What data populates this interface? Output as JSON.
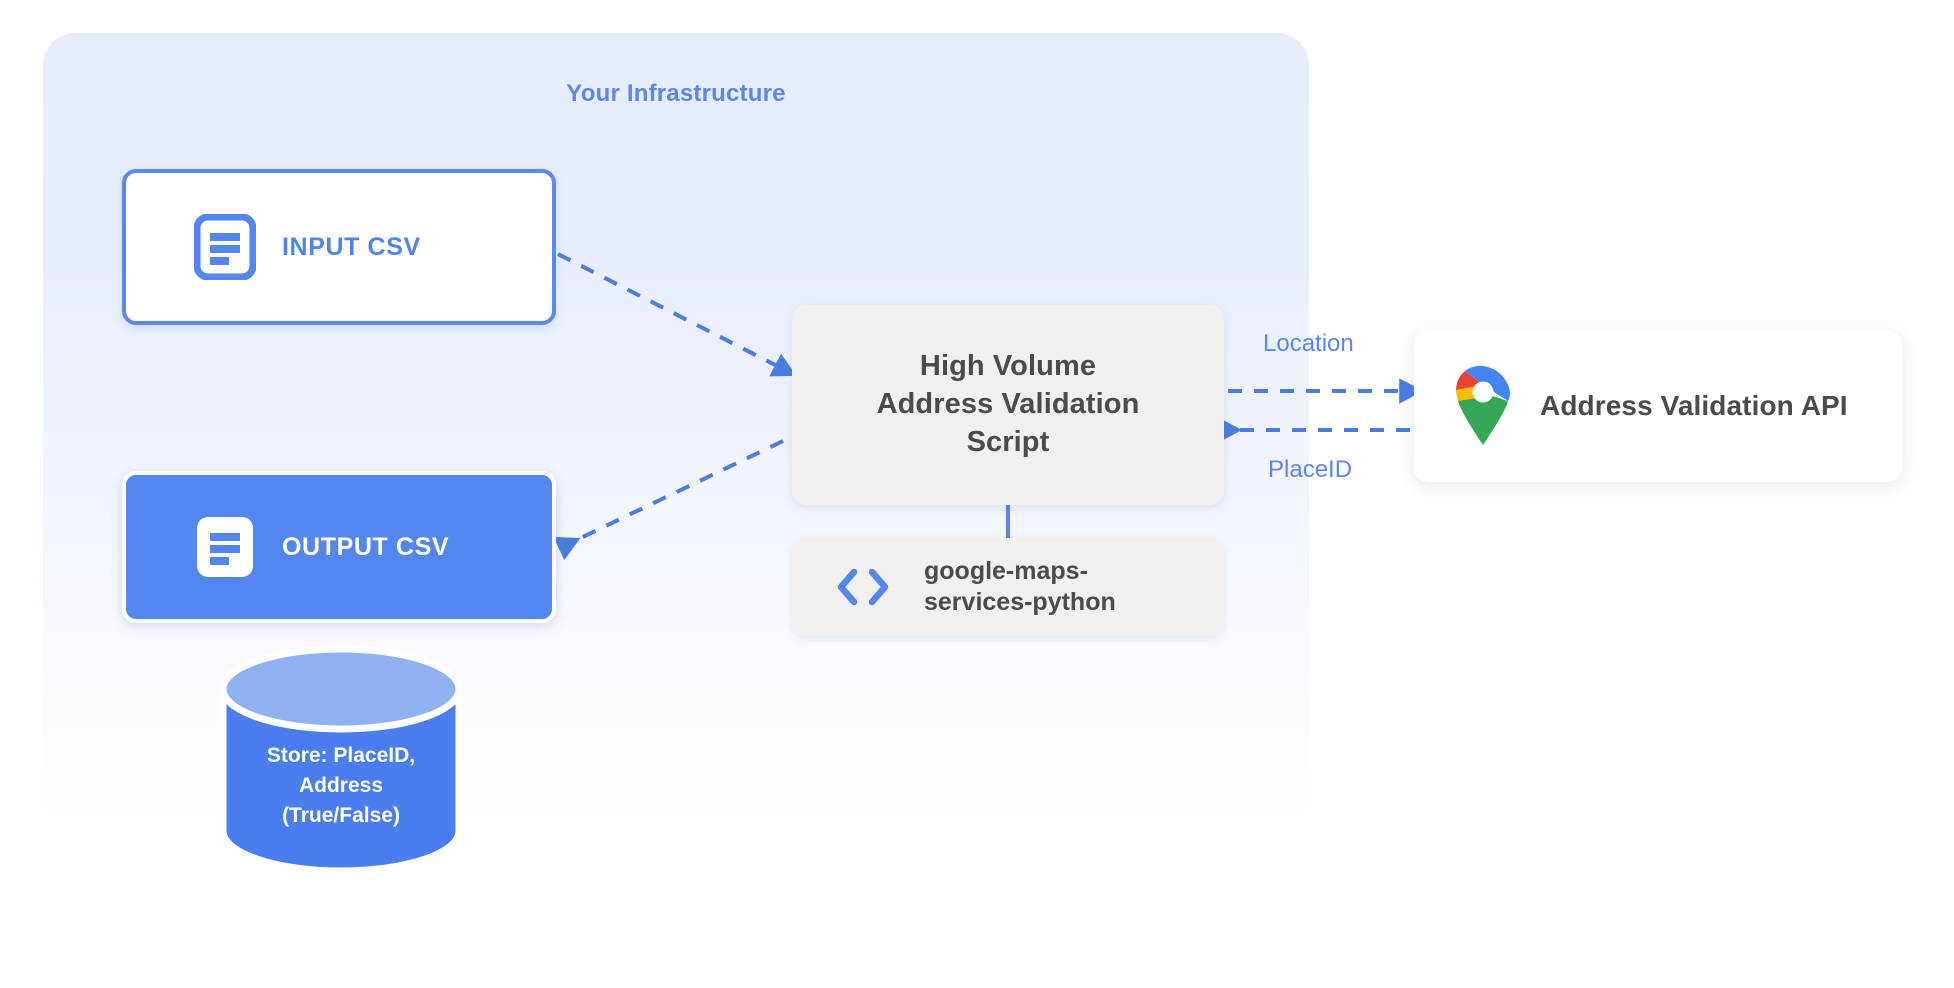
{
  "panel": {
    "title": "Your Infrastructure",
    "accent_color": "#5b87ed",
    "background_top_color": "#e6ecfa",
    "background_bottom_color": "#ffffff"
  },
  "nodes": {
    "input_csv": {
      "label": "INPUT CSV",
      "icon": "document-icon",
      "border_color": "#5b88ef",
      "fill_color": "#ffffff",
      "text_color": "#4f84ef"
    },
    "output_csv": {
      "label": "OUTPUT CSV",
      "icon": "document-icon",
      "border_color": "#ffffff",
      "fill_color": "#5386ee",
      "text_color": "#ffffff"
    },
    "script": {
      "line1": "High Volume",
      "line2": "Address Validation",
      "line3": "Script",
      "fill_color": "#f1f0ee",
      "text_color": "#4b4b49"
    },
    "library": {
      "line1": "google-maps-",
      "line2": "services-python",
      "icon": "code-brackets-icon",
      "icon_color": "#5386ee",
      "fill_color": "#f1f0ee",
      "text_color": "#4b4b49"
    },
    "api": {
      "label": "Address Validation API",
      "icon": "google-maps-pin-icon",
      "fill_color": "#ffffff",
      "text_color": "#4b4b49"
    },
    "database": {
      "line1": "Store: PlaceID,",
      "line2": "Address",
      "line3": "(True/False)",
      "body_color": "#4a7dee",
      "top_color": "#8fb3f0",
      "text_color": "#ffffff"
    }
  },
  "edges": {
    "location_label": "Location",
    "placeid_label": "PlaceID",
    "line_color": "#4a7de0",
    "style": "dashed"
  }
}
